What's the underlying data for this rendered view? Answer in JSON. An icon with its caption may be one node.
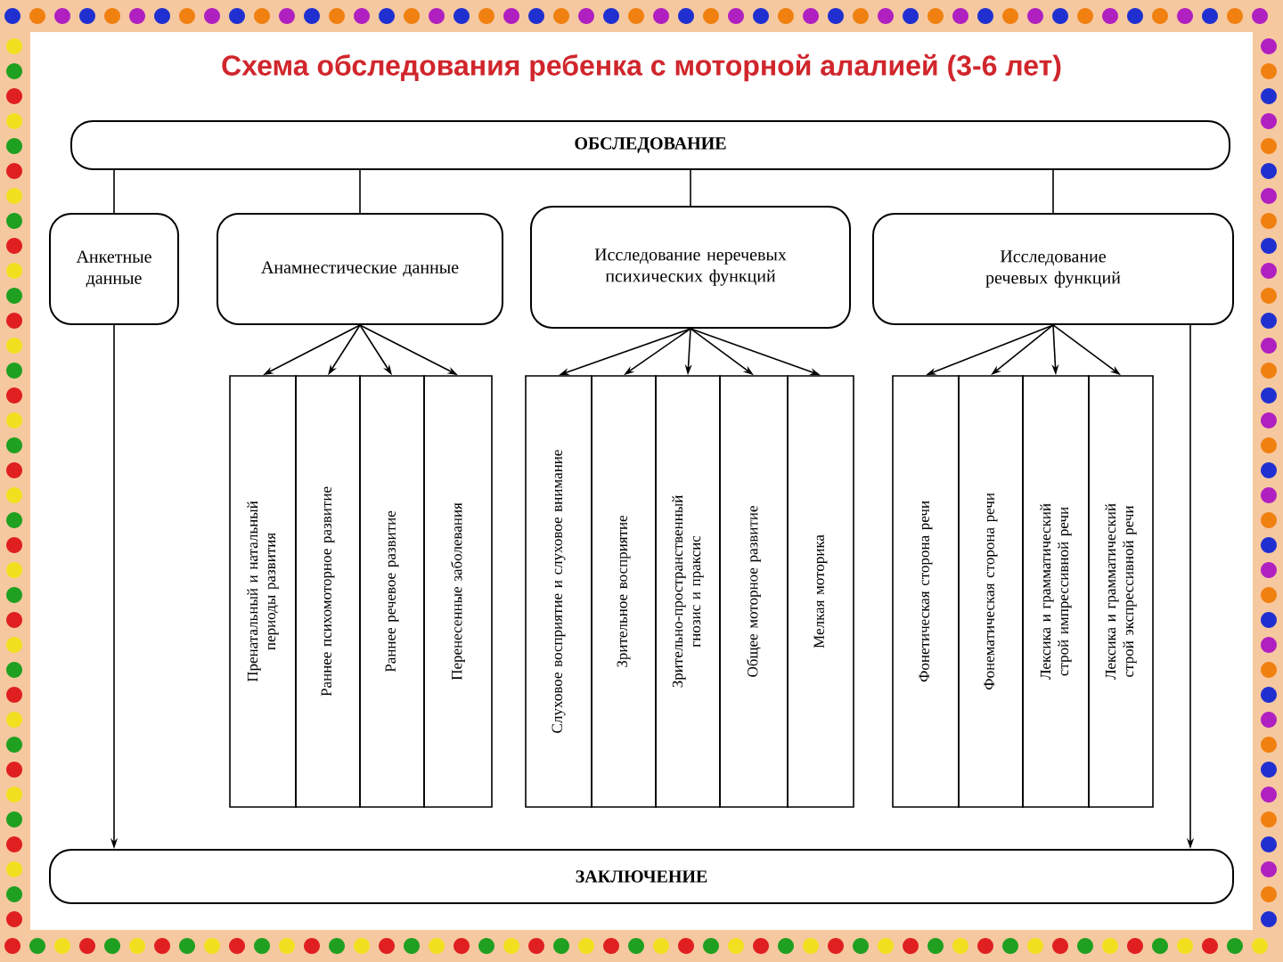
{
  "diagram": {
    "title": "Схема обследования ребенка с моторной алалией (3-6 лет)",
    "nodes": [
      {
        "text": [
          "ОБСЛЕДОВАНИЕ"
        ]
      },
      {
        "text": [
          "Анкетные данные"
        ]
      },
      {
        "text": [
          "Анамнестические данные"
        ]
      },
      {
        "text": [
          "Исследование неречевых психических функций"
        ]
      },
      {
        "text": [
          "Исследование речевых функций"
        ]
      },
      {
        "text": [
          "Пренатальный и натальный периоды развития"
        ]
      },
      {
        "text": [
          "Раннее психомоторное развитие"
        ]
      },
      {
        "text": [
          "Раннее речевое развитие"
        ]
      },
      {
        "text": [
          "Перенесенные заболевания"
        ]
      },
      {
        "text": [
          "Слуховое восприятие и слуховое внимание"
        ]
      },
      {
        "text": [
          "Зрительное восприятие"
        ]
      },
      {
        "text": [
          "Зрительно-пространственный гнозис и праксис"
        ]
      },
      {
        "text": [
          "Общее моторное развитие"
        ]
      },
      {
        "text": [
          "Мелкая моторика"
        ]
      },
      {
        "text": [
          "Фонетическая сторона речи"
        ]
      },
      {
        "text": [
          "Фонематическая сторона речи"
        ]
      },
      {
        "text": [
          "Лексика и грамматический строй импрессивной речи"
        ]
      },
      {
        "text": [
          "Лексика и грамматический строй экспрессивной речи"
        ]
      },
      {
        "text": [
          "ЗАКЛЮЧЕНИЕ"
        ]
      }
    ],
    "edges": [
      {
        "from": 0,
        "to": 1,
        "arrow": "none"
      },
      {
        "from": 0,
        "to": 2,
        "arrow": "none"
      },
      {
        "from": 0,
        "to": 3,
        "arrow": "none"
      },
      {
        "from": 0,
        "to": 4,
        "arrow": "none"
      },
      {
        "from": 2,
        "to": 5,
        "arrow": "to"
      },
      {
        "from": 2,
        "to": 6,
        "arrow": "to"
      },
      {
        "from": 2,
        "to": 7,
        "arrow": "to"
      },
      {
        "from": 2,
        "to": 8,
        "arrow": "to"
      },
      {
        "from": 3,
        "to": 9,
        "arrow": "to"
      },
      {
        "from": 3,
        "to": 10,
        "arrow": "to"
      },
      {
        "from": 3,
        "to": 11,
        "arrow": "to"
      },
      {
        "from": 3,
        "to": 12,
        "arrow": "to"
      },
      {
        "from": 3,
        "to": 13,
        "arrow": "to"
      },
      {
        "from": 4,
        "to": 14,
        "arrow": "to"
      },
      {
        "from": 4,
        "to": 15,
        "arrow": "to"
      },
      {
        "from": 4,
        "to": 16,
        "arrow": "to"
      },
      {
        "from": 4,
        "to": 17,
        "arrow": "to"
      },
      {
        "from": 1,
        "to": 18,
        "arrow": "to"
      },
      {
        "from": 4,
        "to": 18,
        "arrow": "to"
      }
    ]
  }
}
